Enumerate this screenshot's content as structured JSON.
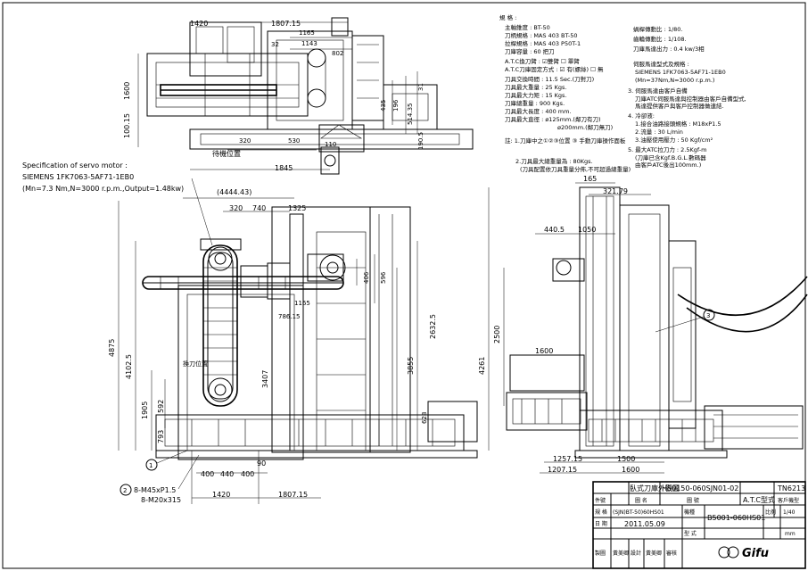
{
  "spec": {
    "title": "Specification of servo motor :",
    "model": "SIEMENS 1FK7063-5AF71-1EB0",
    "rating": "(Mn=7.3 Nm,N=3000 r.p.m.,Output=1.48kw)"
  },
  "notes": {
    "heading": "規 格 :",
    "spindle": "主軸錐度 :  BT-50",
    "tool_shank": "刀柄規格 :  MAS 403 BT-50",
    "pull_stud": "拉桿規格 :  MAS 403 P50T-1",
    "capacity": "刀庫容量 :  60 把刀",
    "atc_type": "A.T.C換刀臂 : ☑雙臂 ☐ 單臂",
    "atc_arm": "A.T.C刀庫固定方式 : ☑ 有(螺絲) ☐ 無",
    "change_time": "刀具交換時間 :  11.5 Sec.(刀對刀)",
    "max_weight": "刀具最大重量 :  25 Kgs.",
    "moment": "刀具最大力矩 :  15 Kgs.",
    "mag_weight": "刀庫總重量 :  900 Kgs.",
    "max_length": "刀具最大長度 :  400 mm.",
    "max_dia1": "刀具最大直徑 :  ø125mm.(鄰刀有刀)",
    "max_dia2": "ø200mm.(鄰刀無刀)",
    "remark": "註: 1.刀庫中之①②③位置  ③ 手動刀庫操作面板",
    "remark2": "2.刀具最大總重量為 :  80Kgs.",
    "remark3": "(刀具配置依刀具重量分佈,不可超過總重量)",
    "ratio1": "蝸桿傳動比 :  1/80.",
    "ratio2": "齒輪傳動比 :  1/108.",
    "power": "刀庫馬達出力 :  0.4 kw/3相",
    "servo": "伺服馬達型式及規格 :",
    "servo_model": "SIEMENS 1FK7063-5AF71-1EB0",
    "servo_rate": "(Mn=37Nm,N=3000 r.p.m.)",
    "item3": "3. 伺服馬達由客戶自備",
    "item3a": "刀庫ATC伺服馬達與控制器由客戶自備型式,",
    "item3b": "馬達提供客戶與客戶控制器做連結.",
    "item4": "4. 冷卻液:",
    "item4a": "1.接合油路接頭規格 :  M18xP1.5",
    "item4b": "2.流量 :  30 L/min",
    "item4c": "3.油壓使用壓力 :  50 Kgf/cm²",
    "item5": "5. 最大ATC拉刀力 : 2.5Kgf-m",
    "item5a": "(刀庫已含Kgf.B.G.L.數碼器",
    "item5b": "由客戶ATC後出100mm.)"
  },
  "top_view": {
    "d1420": "1420",
    "d1807": "1807.15",
    "d1165": "1165",
    "d1143": "1143",
    "d32": "32",
    "d802": "802",
    "d1600": "1600",
    "d100": "100.15",
    "d320": "320",
    "d530": "530",
    "d1845": "1845",
    "d196": "196",
    "d514": "514.35",
    "d31": "31",
    "d435": "435",
    "d110": "110",
    "d190": "190.5",
    "label": "待機位置"
  },
  "front_view": {
    "d4444": "(4444.43)",
    "d320": "320",
    "d740": "740",
    "d1325": "1325",
    "d1165": "1165",
    "d786": "786.15",
    "d406": "406",
    "d596": "596",
    "d2632": "2632.5",
    "d3855": "3855",
    "d4875": "4875",
    "d4102": "4102.5",
    "d3407": "3407",
    "d1905": "1905",
    "d592": "592",
    "d793": "793",
    "d628": "628",
    "d400a": "400",
    "d440": "440",
    "d400b": "400",
    "d90": "90",
    "d1420": "1420",
    "d1807": "1807.15",
    "inner": "換刀位置",
    "balloon1": "1",
    "balloon2": "2",
    "bolt1": "8-M45xP1.5",
    "bolt2": "8-M20x315"
  },
  "side_view": {
    "d165": "165",
    "d321": "321.79",
    "d440": "440.5",
    "d1050": "1050",
    "d2500": "2500",
    "d1600": "1600",
    "d4261": "4261",
    "d1257": "1257.15",
    "d1207": "1207.15",
    "d1500": "1500",
    "d1600b": "1600",
    "balloon3": "3"
  },
  "title_block": {
    "drawing_name": "臥式刀庫外觀圖",
    "drawing_no": "HS0150-060SJN01-02",
    "part": "TN6213",
    "hdr_item": "件號",
    "hdr_name": "圖 名",
    "hdr_code": "圖 號",
    "atc_type": "A.T.C型式",
    "customer": "客戶機型",
    "spec_lbl": "規 格",
    "spec_val": "(SJN)BT-50)60HS01",
    "machine_lbl": "機種",
    "machine_val": "B5001-060HS01",
    "scale_lbl": "比例",
    "scale_val": "1/40",
    "date_lbl": "日 期",
    "date_val": "2011.05.09",
    "type_lbl": "型 式",
    "unit": "mm",
    "drawn_lbl": "製圖",
    "drawn_val": "黃美卿",
    "design_lbl": "設計",
    "design_val": "黃美卿",
    "check_lbl": "審核",
    "logo": "Gifu"
  }
}
